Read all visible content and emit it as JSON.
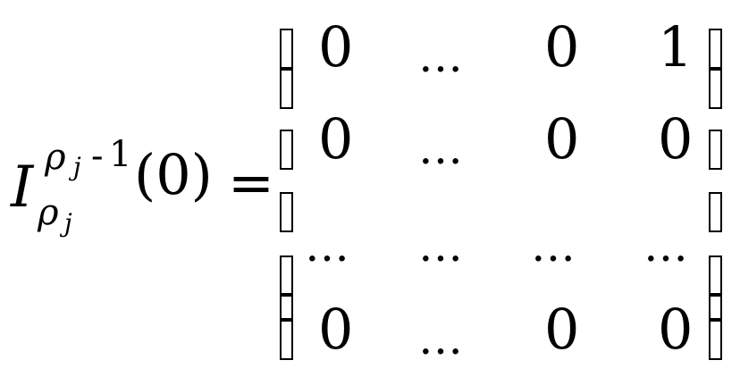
{
  "formula": {
    "base_symbol": "I",
    "superscript_symbol": "ρ",
    "superscript_index": "j",
    "superscript_operator": "-",
    "superscript_number": "1",
    "subscript_symbol": "ρ",
    "subscript_index": "j",
    "argument": "(0)",
    "equals": "=",
    "matrix": {
      "rows": [
        [
          "0",
          "…",
          "0",
          "1"
        ],
        [
          "0",
          "…",
          "0",
          "0"
        ],
        [
          "…",
          "…",
          "…",
          "…"
        ],
        [
          "0",
          "…",
          "0",
          "0"
        ]
      ]
    }
  }
}
